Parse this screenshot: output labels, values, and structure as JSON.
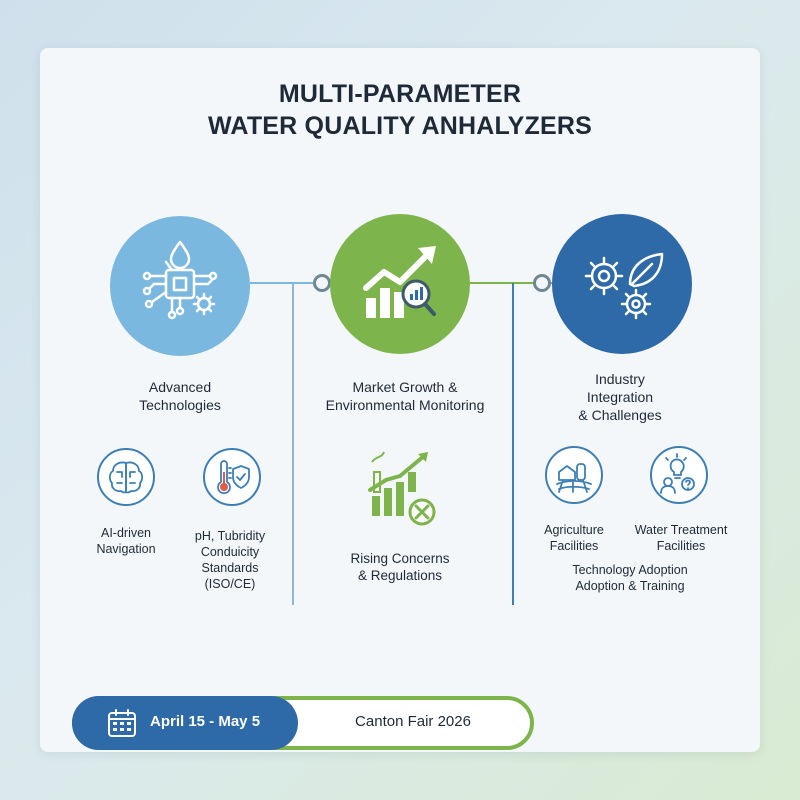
{
  "title": {
    "line1": "MULTI-PARAMETER",
    "line2": "WATER QUALITY  ANHALYZERS"
  },
  "columns": [
    {
      "title_lines": [
        "Advanced",
        "Technologies"
      ],
      "main_icon": "chip-water-drop-gear-icon",
      "items": [
        {
          "icon": "brain-circuit-icon",
          "label_lines": [
            "AI-driven",
            "Navigation"
          ]
        },
        {
          "icon": "thermometer-shield-icon",
          "label_lines": [
            "pH, Tubridity",
            "Conduicity",
            "Standards",
            "(ISO/CE)"
          ]
        }
      ]
    },
    {
      "title_lines": [
        "Market Growth &",
        "Environmental Monitoring"
      ],
      "main_icon": "growth-chart-magnifier-icon",
      "items": [
        {
          "icon": "factory-chart-x-icon",
          "label_lines": [
            "Rising Concerns",
            "& Regulations"
          ]
        }
      ]
    },
    {
      "title_lines": [
        "Industry",
        "Integration",
        "& Challenges"
      ],
      "main_icon": "gears-leaf-icon",
      "items": [
        {
          "icon": "farm-icon",
          "label_lines": [
            "Agriculture",
            "Facilities"
          ]
        },
        {
          "icon": "person-lightbulb-icon",
          "label_lines": [
            "Water Treatment",
            "Facilities"
          ]
        }
      ],
      "footer_lines": [
        "Technology Adoption",
        "Adoption & Training"
      ]
    }
  ],
  "footer": {
    "date_range": "April 15 - May 5",
    "event": "Canton Fair 2026",
    "calendar_icon": "calendar-icon"
  },
  "colors": {
    "light_blue": "#7ab8e0",
    "green": "#7db54c",
    "dark_blue": "#2e6aa8",
    "text": "#1e2a38"
  }
}
